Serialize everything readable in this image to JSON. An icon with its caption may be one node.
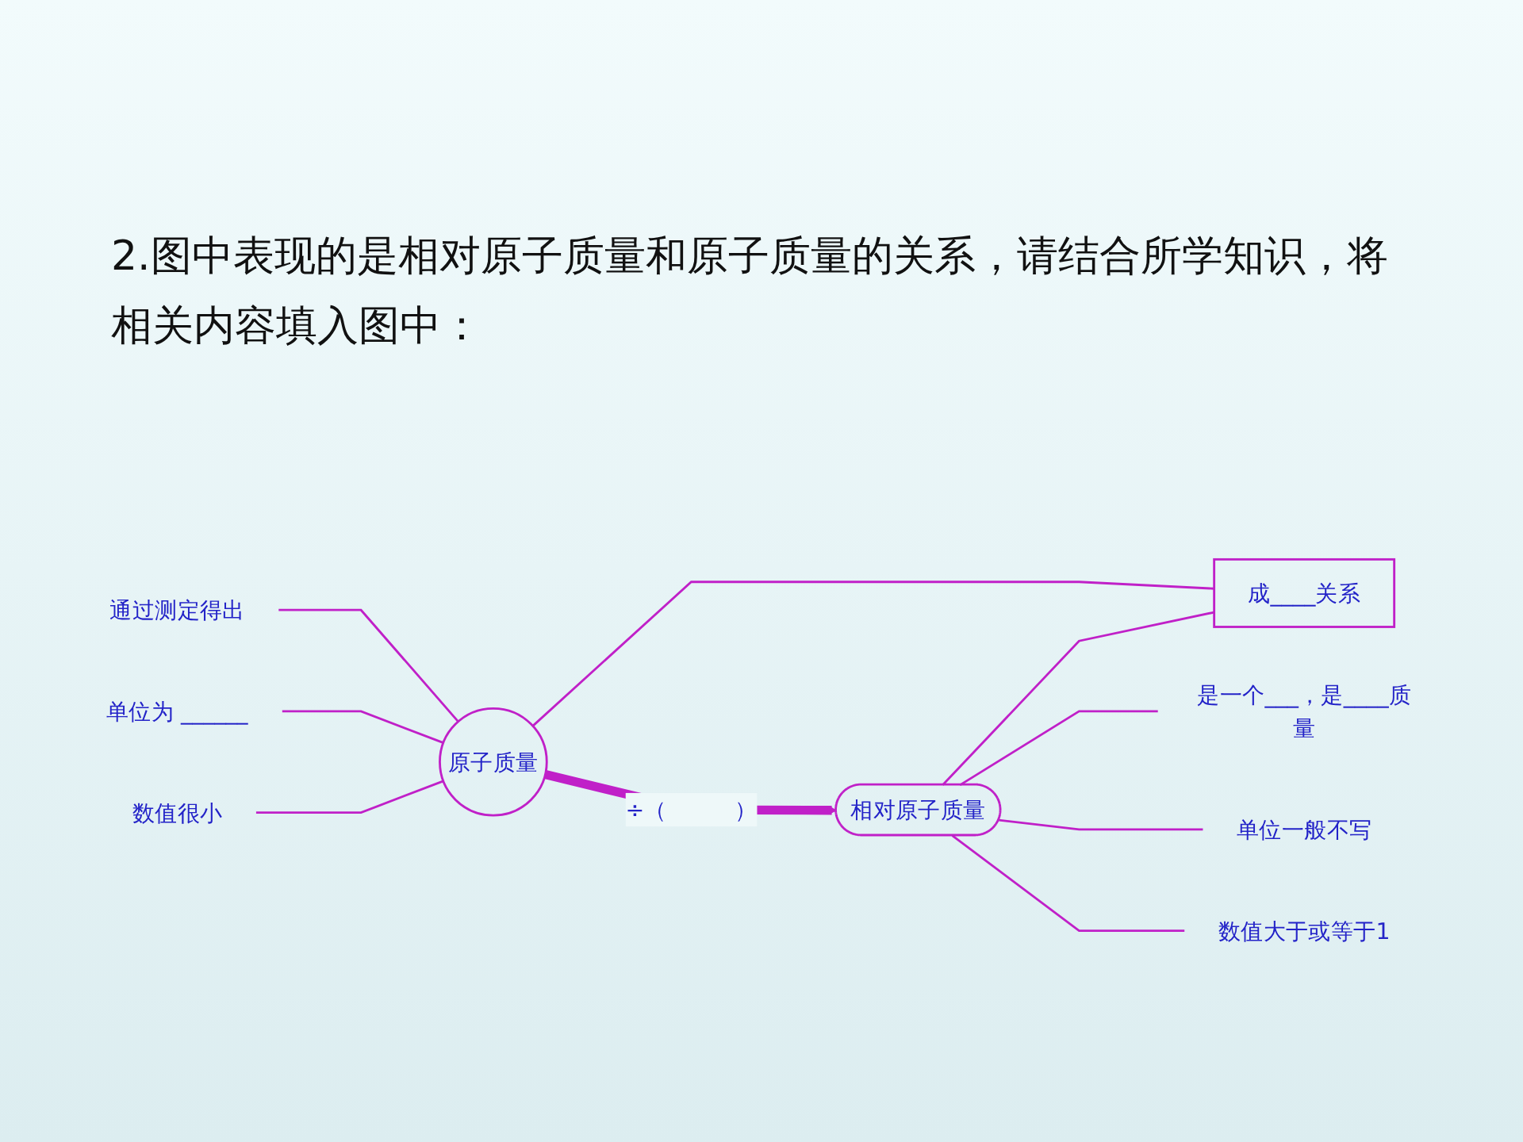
{
  "diagram": {
    "title": "2.图中表现的是相对原子质量和原子质量的关系，请结合所学知识，将相关内容填入图中：",
    "nodes": [
      {
        "text": [
          "原子质量"
        ]
      },
      {
        "text": [
          "通过测定得出"
        ]
      },
      {
        "text": [
          "单位为 ______"
        ]
      },
      {
        "text": [
          "数值很小"
        ]
      },
      {
        "text": [
          "相对原子质量"
        ]
      },
      {
        "text": [
          "成____关系"
        ]
      },
      {
        "text": [
          "是一个___，是____质量"
        ]
      },
      {
        "text": [
          "单位一般不写"
        ]
      },
      {
        "text": [
          "数值大于或等于1"
        ]
      }
    ],
    "edges": [
      {
        "from": 1,
        "to": 0,
        "arrow": "none"
      },
      {
        "from": 2,
        "to": 0,
        "arrow": "none"
      },
      {
        "from": 3,
        "to": 0,
        "arrow": "none"
      },
      {
        "from": 0,
        "to": 4,
        "arrow": "to",
        "label": "÷（　　　）",
        "style": "thick"
      },
      {
        "from": 0,
        "to": 5,
        "arrow": "none"
      },
      {
        "from": 4,
        "to": 5,
        "arrow": "none"
      },
      {
        "from": 4,
        "to": 6,
        "arrow": "none"
      },
      {
        "from": 4,
        "to": 7,
        "arrow": "none"
      },
      {
        "from": 4,
        "to": 8,
        "arrow": "none"
      }
    ]
  }
}
